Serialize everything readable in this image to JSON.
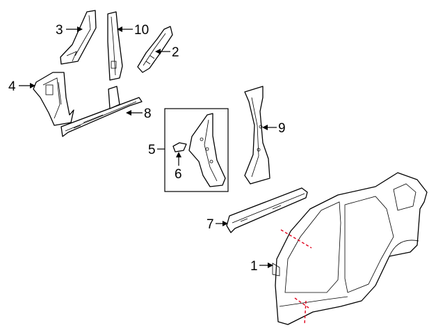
{
  "callouts": {
    "c1": "1",
    "c2": "2",
    "c3": "3",
    "c4": "4",
    "c5": "5",
    "c6": "6",
    "c7": "7",
    "c8": "8",
    "c9": "9",
    "c10": "10"
  },
  "colors": {
    "line": "#000000",
    "cut_line": "#e0001b",
    "background": "#ffffff"
  }
}
